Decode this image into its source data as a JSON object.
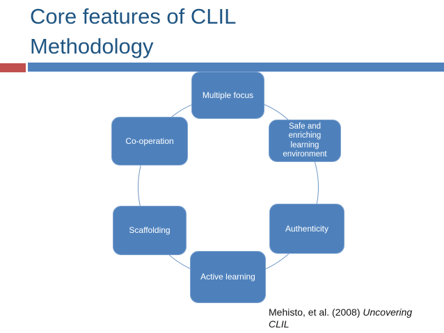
{
  "slide": {
    "title": "Core features of CLIL\nMethodology"
  },
  "colors": {
    "title_text": "#1F5582",
    "accent_red": "#C0504D",
    "accent_blue": "#4F81BD",
    "node_fill": "#4E81BC",
    "node_border": "#7FA3CF",
    "node_text": "#FFFFFF",
    "cycle_arc": "#6F96C4",
    "citation_text": "#111111"
  },
  "diagram": {
    "type": "cycle",
    "items": [
      {
        "label": "Multiple focus",
        "position": "top"
      },
      {
        "label": "Safe and enriching learning environment",
        "position": "top-right"
      },
      {
        "label": "Authenticity",
        "position": "bottom-right"
      },
      {
        "label": "Active learning",
        "position": "bottom"
      },
      {
        "label": "Scaffolding",
        "position": "bottom-left"
      },
      {
        "label": "Co-operation",
        "position": "top-left"
      }
    ]
  },
  "citation": {
    "normal": "Mehisto, et al. (2008) ",
    "italic": "Uncovering CLIL"
  }
}
